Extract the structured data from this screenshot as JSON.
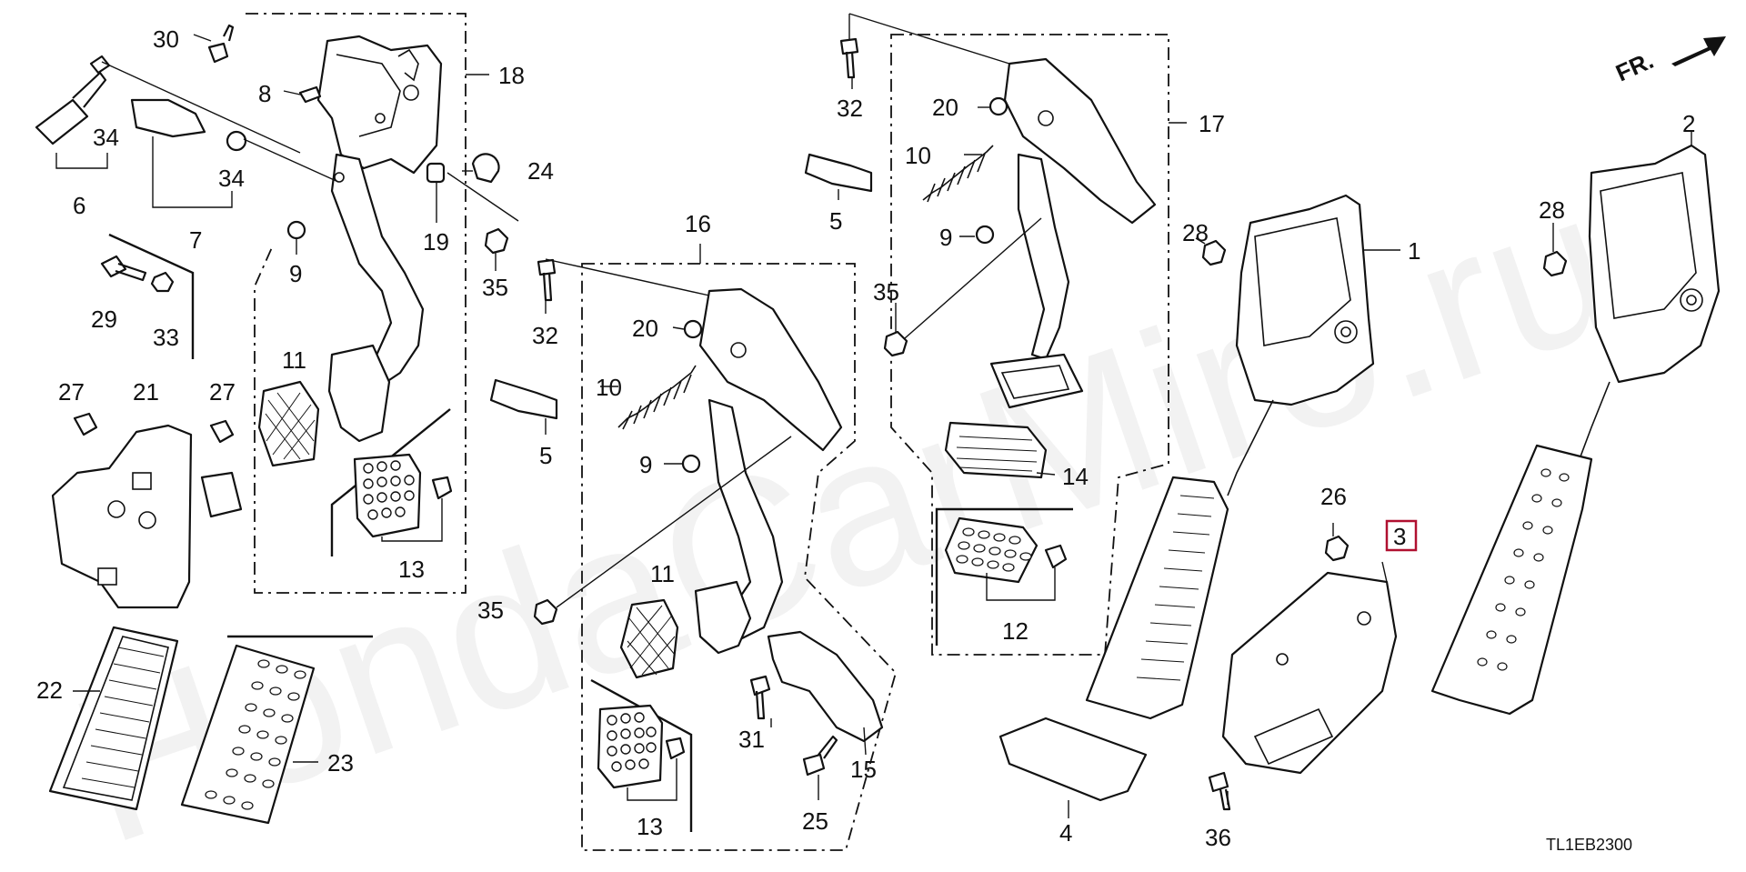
{
  "diagram": {
    "watermark": "HondaCarMiro.ru",
    "direction_label": "FR.",
    "code": "TL1EB2300",
    "highlighted_callout": "3",
    "callouts": {
      "n30": "30",
      "n34a": "34",
      "n8": "8",
      "n18": "18",
      "n34b": "34",
      "n6": "6",
      "n7": "7",
      "n24": "24",
      "n9a": "9",
      "n19": "19",
      "n35a": "35",
      "n29": "29",
      "n33": "33",
      "n11a": "11",
      "n27a": "27",
      "n21": "21",
      "n27b": "27",
      "n13a": "13",
      "n22": "22",
      "n23": "23",
      "n16": "16",
      "n32a": "32",
      "n20a": "20",
      "n10a": "10",
      "n5a": "5",
      "n9b": "9",
      "n35b": "35",
      "n11b": "11",
      "n31": "31",
      "n15": "15",
      "n25": "25",
      "n13b": "13",
      "n32b": "32",
      "n20b": "20",
      "n17": "17",
      "n10b": "10",
      "n5b": "5",
      "n9c": "9",
      "n35c": "35",
      "n14": "14",
      "n12": "12",
      "n28a": "28",
      "n1": "1",
      "n26": "26",
      "n4": "4",
      "n36": "36",
      "n2": "2",
      "n28b": "28"
    }
  }
}
